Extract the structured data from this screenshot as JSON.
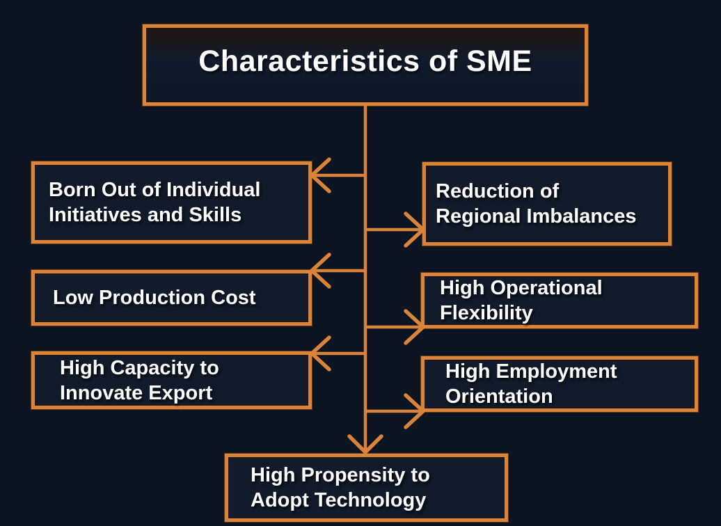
{
  "colors": {
    "bg": "#0d1523",
    "box-fill": "#111b2b",
    "accent": "#d9843a",
    "accent-dark": "#5f3a14",
    "text": "#ffffff"
  },
  "diagram": {
    "title": "Characteristics of SME",
    "left": [
      {
        "lines": [
          "Born Out of Individual",
          "Initiatives and Skills"
        ]
      },
      {
        "lines": [
          "Low Production Cost"
        ]
      },
      {
        "lines": [
          "High Capacity to",
          "Innovate Export"
        ]
      }
    ],
    "right": [
      {
        "lines": [
          "Reduction of",
          "Regional Imbalances"
        ]
      },
      {
        "lines": [
          "High Operational",
          "Flexibility"
        ]
      },
      {
        "lines": [
          "High Employment",
          "Orientation"
        ]
      }
    ],
    "bottom": {
      "lines": [
        "High Propensity to",
        "Adopt Technology"
      ]
    }
  }
}
